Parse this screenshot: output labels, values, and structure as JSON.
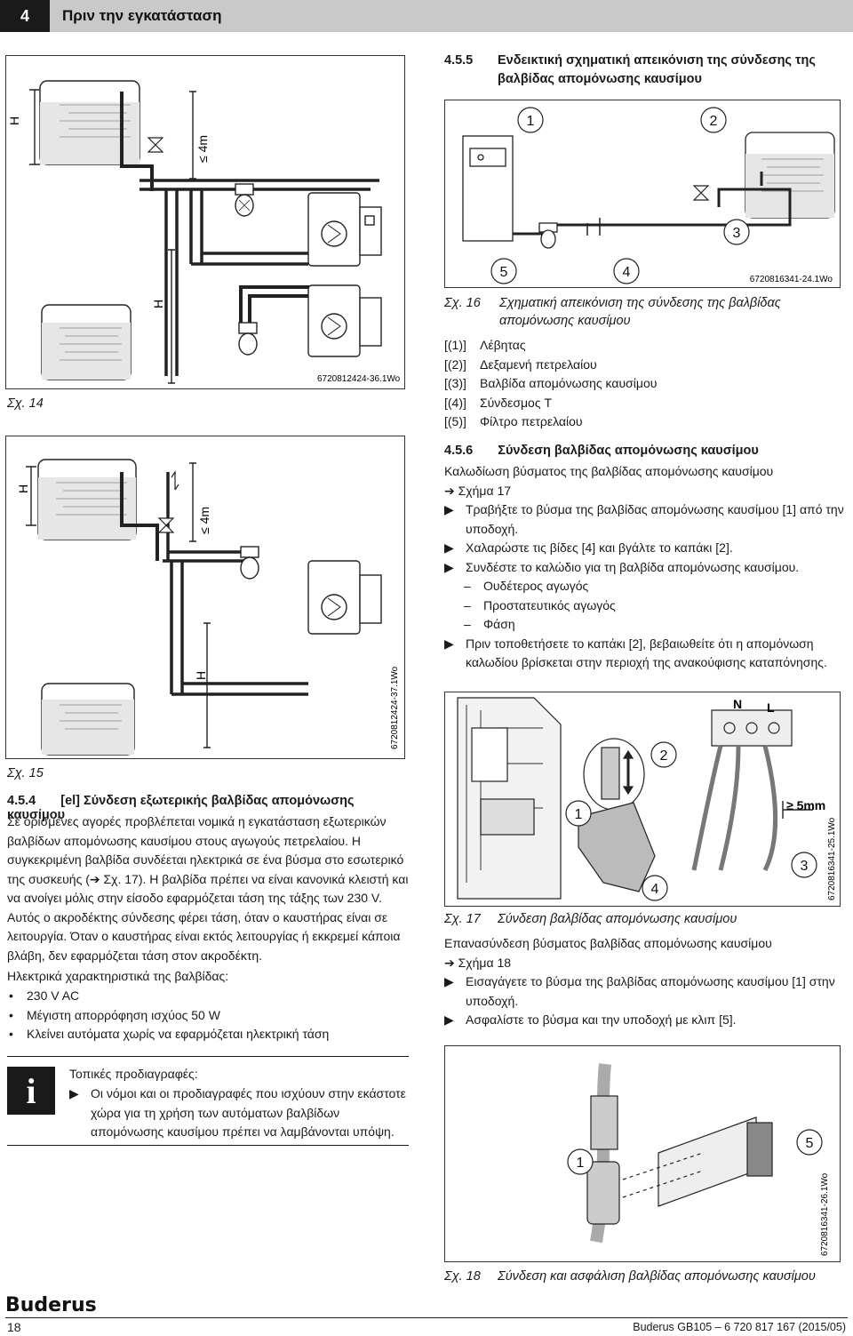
{
  "header": {
    "chapter_number": "4",
    "chapter_title": "Πριν την εγκατάσταση"
  },
  "figures": {
    "fig14": {
      "caption_number": "Σχ. 14",
      "image_code": "6720812424-36.1Wo",
      "label_h": "H",
      "label_4m": "≤ 4m"
    },
    "fig15": {
      "caption_number": "Σχ. 15",
      "image_code": "6720812424-37.1Wo",
      "label_h": "H",
      "label_4m": "≤ 4m"
    },
    "fig16": {
      "caption_number": "Σχ. 16",
      "caption_text": "Σχηματική απεικόνιση της σύνδεσης της βαλβίδας απομόνωσης καυσίμου",
      "image_code": "6720816341-24.1Wo",
      "markers": [
        "1",
        "2",
        "3",
        "4",
        "5"
      ]
    },
    "fig17": {
      "caption_number": "Σχ. 17",
      "caption_text": "Σύνδεση βαλβίδας απομόνωσης καυσίμου",
      "image_code": "6720816341-25.1Wo",
      "markers": [
        "1",
        "2",
        "3",
        "4"
      ],
      "terminal_n": "N",
      "terminal_l": "L",
      "dimension": "≥ 5mm"
    },
    "fig18": {
      "caption_number": "Σχ. 18",
      "caption_text": "Σύνδεση και ασφάλιση βαλβίδας απομόνωσης καυσίμου",
      "image_code": "6720816341-26.1Wo",
      "markers": [
        "1",
        "5"
      ]
    }
  },
  "legend16": [
    {
      "key": "[(1)]",
      "text": "Λέβητας"
    },
    {
      "key": "[(2)]",
      "text": "Δεξαμενή πετρελαίου"
    },
    {
      "key": "[(3)]",
      "text": "Βαλβίδα απομόνωσης καυσίμου"
    },
    {
      "key": "[(4)]",
      "text": "Σύνδεσμος T"
    },
    {
      "key": "[(5)]",
      "text": "Φίλτρο πετρελαίου"
    }
  ],
  "section455": {
    "number": "4.5.5",
    "title": "Ενδεικτική σχηματική απεικόνιση της σύνδεσης της βαλβίδας απομόνωσης καυσίμου"
  },
  "section456": {
    "number": "4.5.6",
    "title": "Σύνδεση βαλβίδας απομόνωσης καυσίμου",
    "subtitle": "Καλωδίωση βύσματος της βαλβίδας απομόνωσης καυσίμου",
    "ref": "Σχήμα 17",
    "steps": [
      "Τραβήξτε το βύσμα της βαλβίδας απομόνωσης καυσίμου [1] από την υποδοχή.",
      "Χαλαρώστε τις βίδες [4] και βγάλτε το καπάκι [2].",
      "Συνδέστε το καλώδιο για τη βαλβίδα απομόνωσης καυσίμου."
    ],
    "wires": [
      "Ουδέτερος αγωγός",
      "Προστατευτικός αγωγός",
      "Φάση"
    ],
    "final_step": "Πριν τοποθετήσετε το καπάκι [2], βεβαιωθείτε ότι η απομόνωση καλωδίου βρίσκεται στην περιοχή της ανακούφισης καταπόνησης."
  },
  "section454": {
    "number": "4.5.4",
    "title": "[el] Σύνδεση εξωτερικής βαλβίδας απομόνωσης καυσίμου",
    "paragraph": "Σε ορισμένες αγορές προβλέπεται νομικά η εγκατάσταση εξωτερικών βαλβίδων απομόνωσης καυσίμου στους αγωγούς πετρελαίου. Η συγκεκριμένη βαλβίδα συνδέεται ηλεκτρικά σε ένα βύσμα στο εσωτερικό της συσκευής (➔ Σχ. 17). Η βαλβίδα πρέπει να είναι κανονικά κλειστή και να ανοίγει μόλις στην είσοδο εφαρμόζεται τάση της τάξης των 230 V. Αυτός ο ακροδέκτης σύνδεσης φέρει τάση, όταν ο καυστήρας είναι σε λειτουργία. Όταν ο καυστήρας είναι εκτός λειτουργίας ή εκκρεμεί κάποια βλάβη, δεν εφαρμόζεται τάση στον ακροδέκτη.",
    "specs_title": "Ηλεκτρικά χαρακτηριστικά της βαλβίδας:",
    "specs": [
      "230 V AC",
      "Μέγιστη απορρόφηση ισχύος 50 W",
      "Κλείνει αυτόματα χωρίς να εφαρμόζεται ηλεκτρική τάση"
    ]
  },
  "infobox": {
    "title": "Τοπικές προδιαγραφές:",
    "text": "Οι νόμοι και οι προδιαγραφές που ισχύουν στην εκάστοτε χώρα για τη χρήση των αυτόματων βαλβίδων απομόνωσης καυσίμου πρέπει να λαμβάνονται υπόψη."
  },
  "reconnect": {
    "title": "Επανασύνδεση βύσματος βαλβίδας απομόνωσης καυσίμου",
    "ref": "Σχήμα 18",
    "steps": [
      "Εισαγάγετε το βύσμα της βαλβίδας απομόνωσης καυσίμου [1] στην υποδοχή.",
      "Ασφαλίστε το βύσμα και την υποδοχή με κλιπ [5]."
    ]
  },
  "footer": {
    "brand": "Buderus",
    "page": "18",
    "doc": "Buderus GB105 – 6 720 817 167 (2015/05)"
  },
  "glyphs": {
    "arrow": "➔",
    "triangle": "▶",
    "dash": "–",
    "bullet": "•",
    "info": "i"
  }
}
